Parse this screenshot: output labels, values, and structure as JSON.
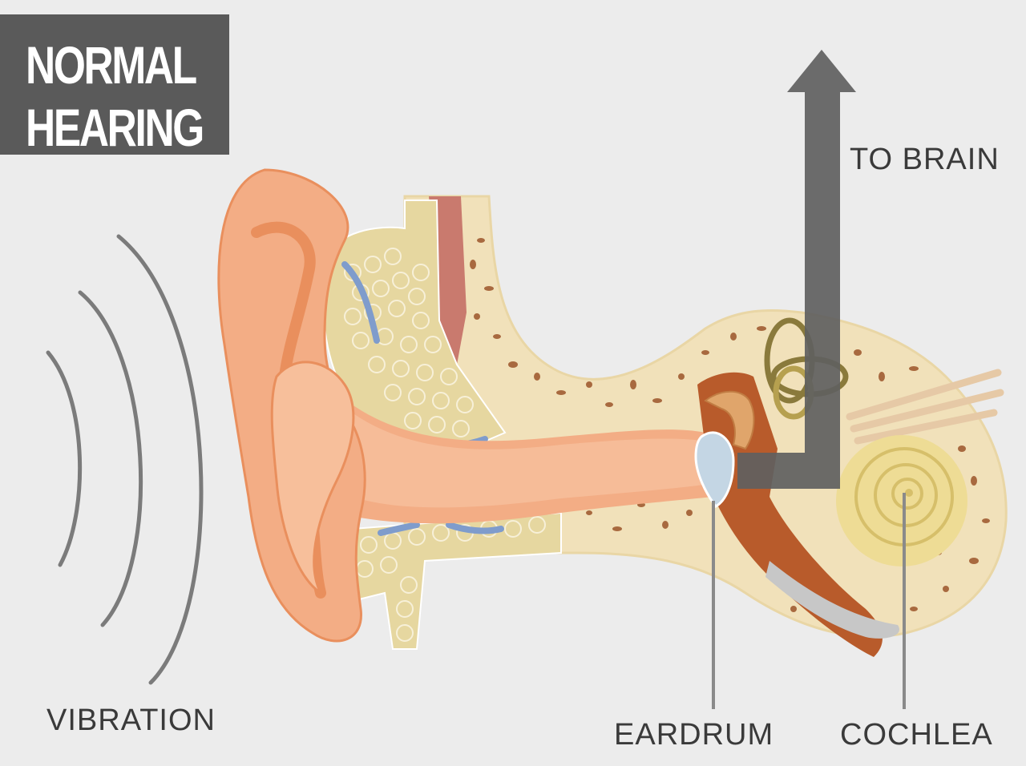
{
  "title": {
    "line1": "NORMAL",
    "line2": "HEARING"
  },
  "labels": {
    "to_brain": "TO BRAIN",
    "vibration": "VIBRATION",
    "eardrum": "EARDRUM",
    "cochlea": "COCHLEA"
  },
  "colors": {
    "background": "#ececec",
    "title_box": "#5a5a5a",
    "skin": "#f3ad85",
    "skin_dark": "#e98f5d",
    "bone": "#f1e1ba",
    "bone_spots": "#a8693f",
    "fat_tissue": "#e6d7a0",
    "vessels": "#7f9ccc",
    "arrow": "#5f5f5f",
    "cochlea": "#eedc95",
    "eardrum": "#c4d6e4",
    "waves": "#7b7b7b"
  }
}
